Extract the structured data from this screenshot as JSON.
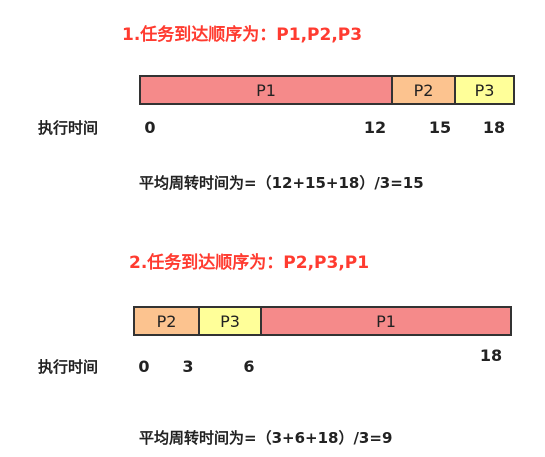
{
  "colors": {
    "heading": "#ff3b30",
    "P1": "#f58a8a",
    "P2": "#fcc38f",
    "P3": "#ffff99"
  },
  "section1": {
    "heading": "1.任务到达顺序为：P1,P2,P3",
    "axis_label": "执行时间",
    "segments": [
      {
        "label": "P1",
        "start": 0,
        "end": 12
      },
      {
        "label": "P2",
        "start": 12,
        "end": 15
      },
      {
        "label": "P3",
        "start": 15,
        "end": 18
      }
    ],
    "ticks": [
      "0",
      "12",
      "15",
      "18"
    ],
    "formula": "平均周转时间为=（12+15+18）/3=15"
  },
  "section2": {
    "heading": "2.任务到达顺序为：P2,P3,P1",
    "axis_label": "执行时间",
    "segments": [
      {
        "label": "P2",
        "start": 0,
        "end": 3
      },
      {
        "label": "P3",
        "start": 3,
        "end": 6
      },
      {
        "label": "P1",
        "start": 6,
        "end": 18
      }
    ],
    "ticks": [
      "0",
      "3",
      "6",
      "18"
    ],
    "formula": "平均周转时间为=（3+6+18）/3=9"
  }
}
